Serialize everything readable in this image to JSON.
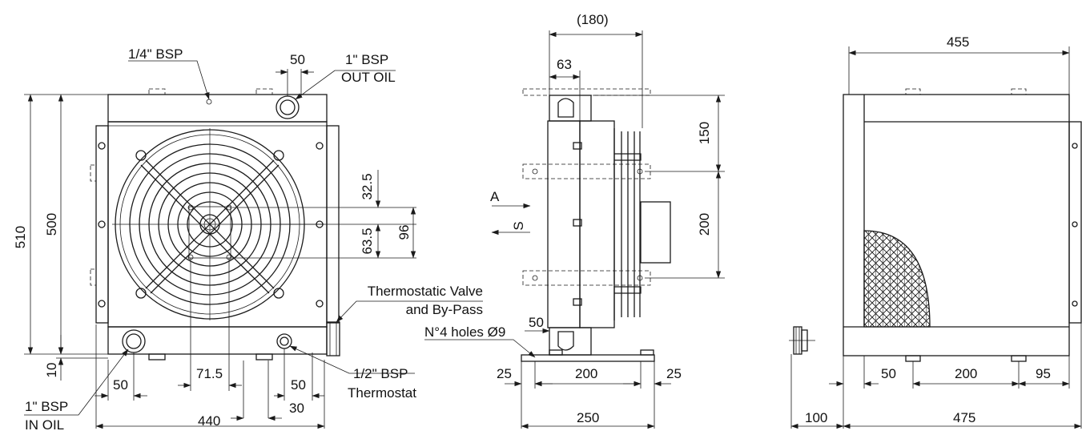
{
  "front_view": {
    "bsp_quarter": "1/4\" BSP",
    "bsp_one_out_line1": "1\" BSP",
    "bsp_one_out_line2": "OUT OIL",
    "dim_50_top": "50",
    "dim_510": "510",
    "dim_500": "500",
    "dim_32_5": "32.5",
    "dim_63_5": "63.5",
    "dim_96": "96",
    "thermo_valve_line1": "Thermostatic Valve",
    "thermo_valve_line2": "and By-Pass",
    "dim_10": "10",
    "dim_50_left": "50",
    "dim_71_5": "71.5",
    "dim_50_right": "50",
    "dim_30": "30",
    "dim_440": "440",
    "bsp_one_in_line1": "1\" BSP",
    "bsp_one_in_line2": "IN OIL",
    "bsp_half_line1": "1/2\" BSP",
    "bsp_half_line2": "Thermostat"
  },
  "side_view": {
    "dim_180": "(180)",
    "dim_63": "63",
    "dim_150": "150",
    "dim_200_v": "200",
    "label_a": "A",
    "label_s": "S",
    "dim_50": "50",
    "holes_label": "N°4 holes Ø9",
    "dim_25_left": "25",
    "dim_200_h": "200",
    "dim_25_right": "25",
    "dim_250": "250"
  },
  "back_view": {
    "dim_455": "455",
    "dim_50": "50",
    "dim_200": "200",
    "dim_95": "95",
    "dim_100": "100",
    "dim_475": "475"
  }
}
